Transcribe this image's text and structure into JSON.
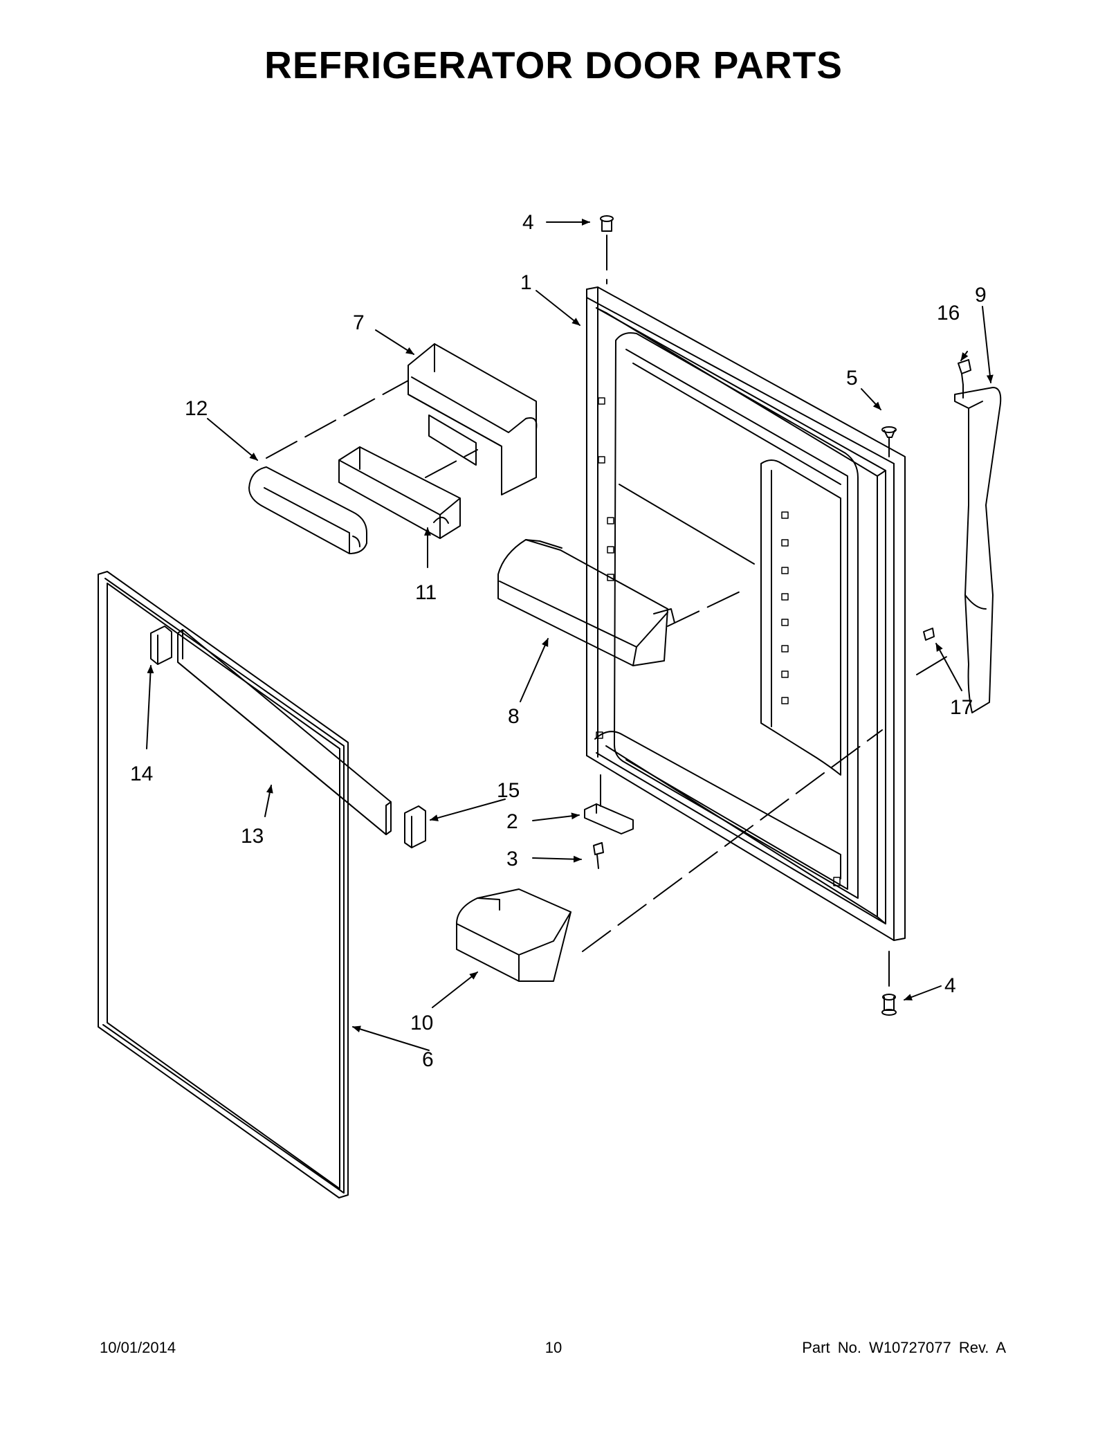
{
  "title": "REFRIGERATOR DOOR PARTS",
  "callouts": {
    "c1": "1",
    "c2": "2",
    "c3": "3",
    "c4_top": "4",
    "c4_bottom": "4",
    "c5": "5",
    "c6": "6",
    "c7": "7",
    "c8": "8",
    "c9": "9",
    "c10": "10",
    "c11": "11",
    "c12": "12",
    "c13": "13",
    "c14": "14",
    "c15": "15",
    "c16": "16",
    "c17": "17"
  },
  "footer": {
    "date": "10/01/2014",
    "page": "10",
    "part_number": "Part No.  W10727077  Rev.  A"
  }
}
